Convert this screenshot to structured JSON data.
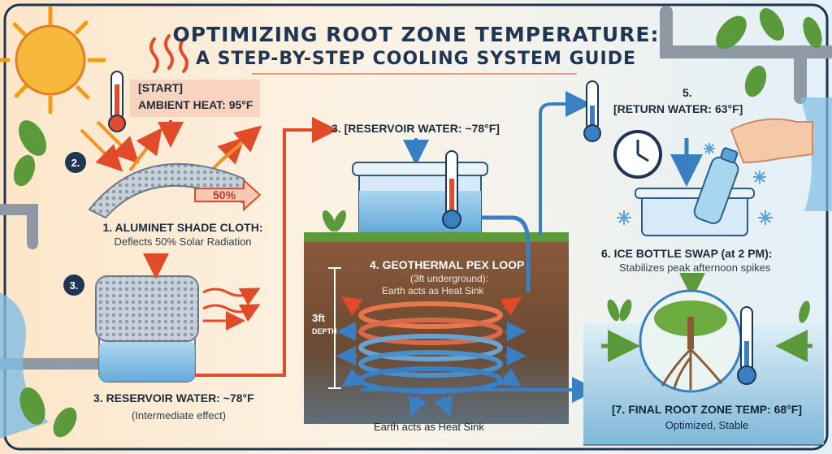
{
  "title": {
    "line1": "OPTIMIZING ROOT ZONE TEMPERATURE:",
    "line2": "A STEP-BY-STEP COOLING SYSTEM GUIDE"
  },
  "start": {
    "label": "[START]",
    "ambient": "AMBIENT HEAT: 95°F"
  },
  "step2_badge": "2.",
  "step3_badge": "3.",
  "deflect_pct": "50%",
  "shade": {
    "title": "1. ALUMINET SHADE CLOTH:",
    "desc": "Deflects 50% Solar Radiation"
  },
  "reservoir_left": {
    "title": "3. RESERVOIR WATER: ~78°F",
    "desc": "(Intermediate effect)"
  },
  "reservoir_top": "3. [RESERVOIR WATER: ~78°F]",
  "geo": {
    "title": "4. GEOTHERMAL PEX LOOP",
    "line2": "(3ft underground):",
    "line3": "Earth acts as Heat Sink",
    "depth_value": "3ft",
    "depth_label": "DEPTH",
    "bottom": "Earth acts as Heat Sink"
  },
  "return": {
    "step": "5.",
    "label": "[RETURN WATER: 63°F]"
  },
  "ice": {
    "title": "6. ICE BOTTLE SWAP (at 2 PM):",
    "desc": "Stabilizes peak afternoon spikes"
  },
  "final": {
    "title": "[7. FINAL ROOT ZONE TEMP: 68°F]",
    "desc": "Optimized, Stable"
  },
  "colors": {
    "hot": "#e24b2a",
    "cool": "#3a7fc1",
    "navy": "#1e3554",
    "soil": "#8b5a3c",
    "grass": "#5a9a3a"
  }
}
